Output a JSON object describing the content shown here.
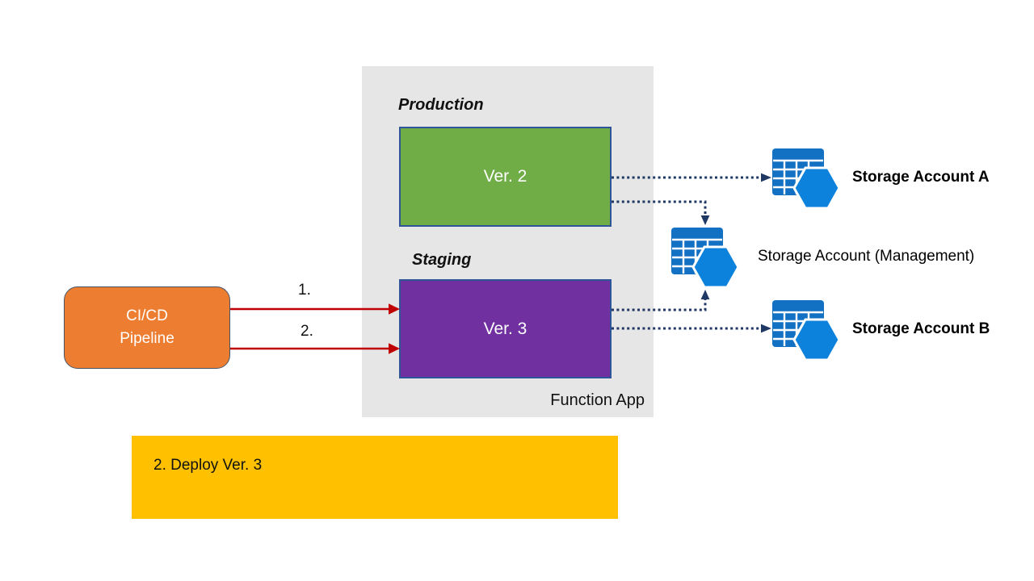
{
  "colors": {
    "panel_gray": "#E7E6E6",
    "production_green": "#70AD47",
    "staging_purple": "#7030A0",
    "pipeline_orange": "#ED7D31",
    "note_yellow": "#FFC000",
    "red_arrow": "#C00000",
    "dotted_arrow_navy": "#1F3864",
    "box_border_blue": "#2E5597",
    "icon_table_blue": "#1371C4",
    "icon_hexagon_blue": "#0C82DC"
  },
  "function_app": {
    "panel_label": "Function App",
    "production_label": "Production",
    "production_version": "Ver. 2",
    "staging_label": "Staging",
    "staging_version": "Ver. 3"
  },
  "pipeline": {
    "name_line1": "CI/CD",
    "name_line2": "Pipeline"
  },
  "steps": {
    "step1_label": "1.",
    "step2_label": "2."
  },
  "storage_accounts": {
    "account_a_label": "Storage Account A",
    "management_label": "Storage Account (Management)",
    "account_b_label": "Storage Account B"
  },
  "icons": {
    "storage_icon": "azure-table-storage-hexagon-icon"
  },
  "note": {
    "text": "2. Deploy Ver. 3"
  }
}
